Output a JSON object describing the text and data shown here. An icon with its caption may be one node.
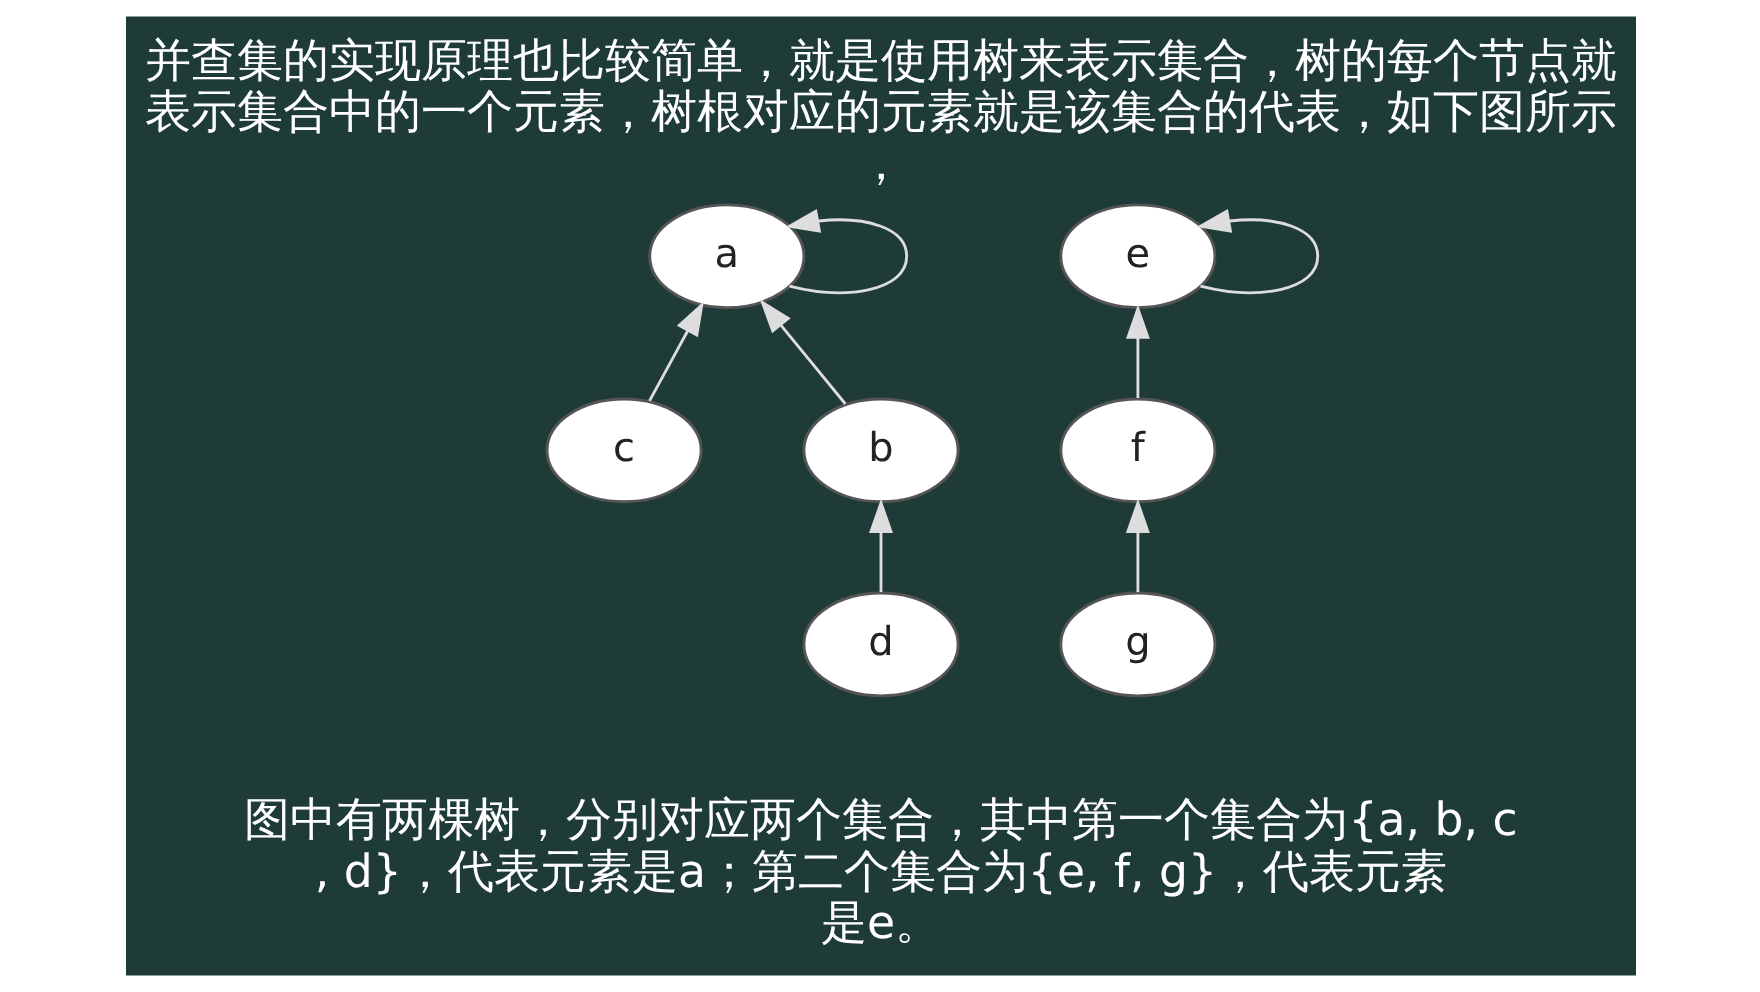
{
  "diagram": {
    "title": "并查集的实现原理也比较简单，就是使用树来表示集合，树的每个节点就表示集合中的一个元素，树根对应的元素就是该集合的代表，如下图所示，",
    "caption": "图中有两棵树，分别对应两个集合，其中第一个集合为{a, b, c, d}，代表元素是a；第二个集合为{e, f, g}，代表元素是e。",
    "nodes": [
      {
        "text": [
          "a"
        ]
      },
      {
        "text": [
          "b"
        ]
      },
      {
        "text": [
          "c"
        ]
      },
      {
        "text": [
          "d"
        ]
      },
      {
        "text": [
          "e"
        ]
      },
      {
        "text": [
          "f"
        ]
      },
      {
        "text": [
          "g"
        ]
      }
    ],
    "edges": [
      {
        "from": 0,
        "to": 0,
        "arrow": "to"
      },
      {
        "from": 1,
        "to": 0,
        "arrow": "to"
      },
      {
        "from": 2,
        "to": 0,
        "arrow": "to"
      },
      {
        "from": 3,
        "to": 1,
        "arrow": "to"
      },
      {
        "from": 4,
        "to": 4,
        "arrow": "to"
      },
      {
        "from": 5,
        "to": 4,
        "arrow": "to"
      },
      {
        "from": 6,
        "to": 5,
        "arrow": "to"
      }
    ]
  }
}
